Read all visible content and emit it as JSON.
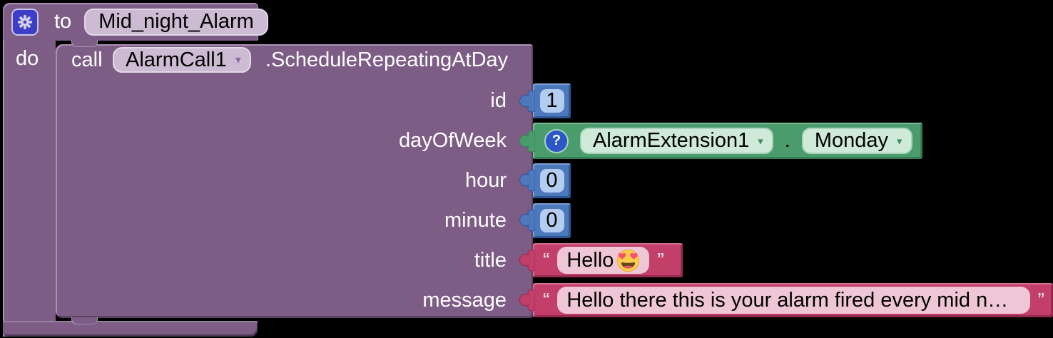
{
  "colors": {
    "procedure_purple": "#7d5c86",
    "number_blue": "#4c79bc",
    "helper_green": "#4a9c6d",
    "text_pink": "#c23f69",
    "field_light_blue": "#b3ccef",
    "field_light_green": "#cfead8",
    "field_light_pink": "#efc6d5",
    "pill_light_purple": "#cdbbd3",
    "gear_button_blue": "#3d3dc7",
    "help_circle_blue": "#2b57c8"
  },
  "procedure": {
    "to_label": "to",
    "name": "Mid_night_Alarm",
    "do_label": "do"
  },
  "call": {
    "call_label": "call",
    "component": "AlarmCall1",
    "method_label": ".ScheduleRepeatingAtDay",
    "dropdown_arrow": "▾",
    "params": [
      {
        "label": "id"
      },
      {
        "label": "dayOfWeek"
      },
      {
        "label": "hour"
      },
      {
        "label": "minute"
      },
      {
        "label": "title"
      },
      {
        "label": "message"
      }
    ]
  },
  "values": {
    "id": "1",
    "hour": "0",
    "minute": "0",
    "day_of_week": {
      "help_glyph": "?",
      "component": "AlarmExtension1",
      "separator": ".",
      "option": "Monday",
      "dropdown_arrow": "▾"
    },
    "title": {
      "open_quote": "“",
      "text": "Hello",
      "emoji_icon": "heart-eyes-emoji",
      "close_quote": "”"
    },
    "message": {
      "open_quote": "“",
      "text": "Hello there this is your alarm fired every mid n…",
      "close_quote": "”"
    }
  }
}
